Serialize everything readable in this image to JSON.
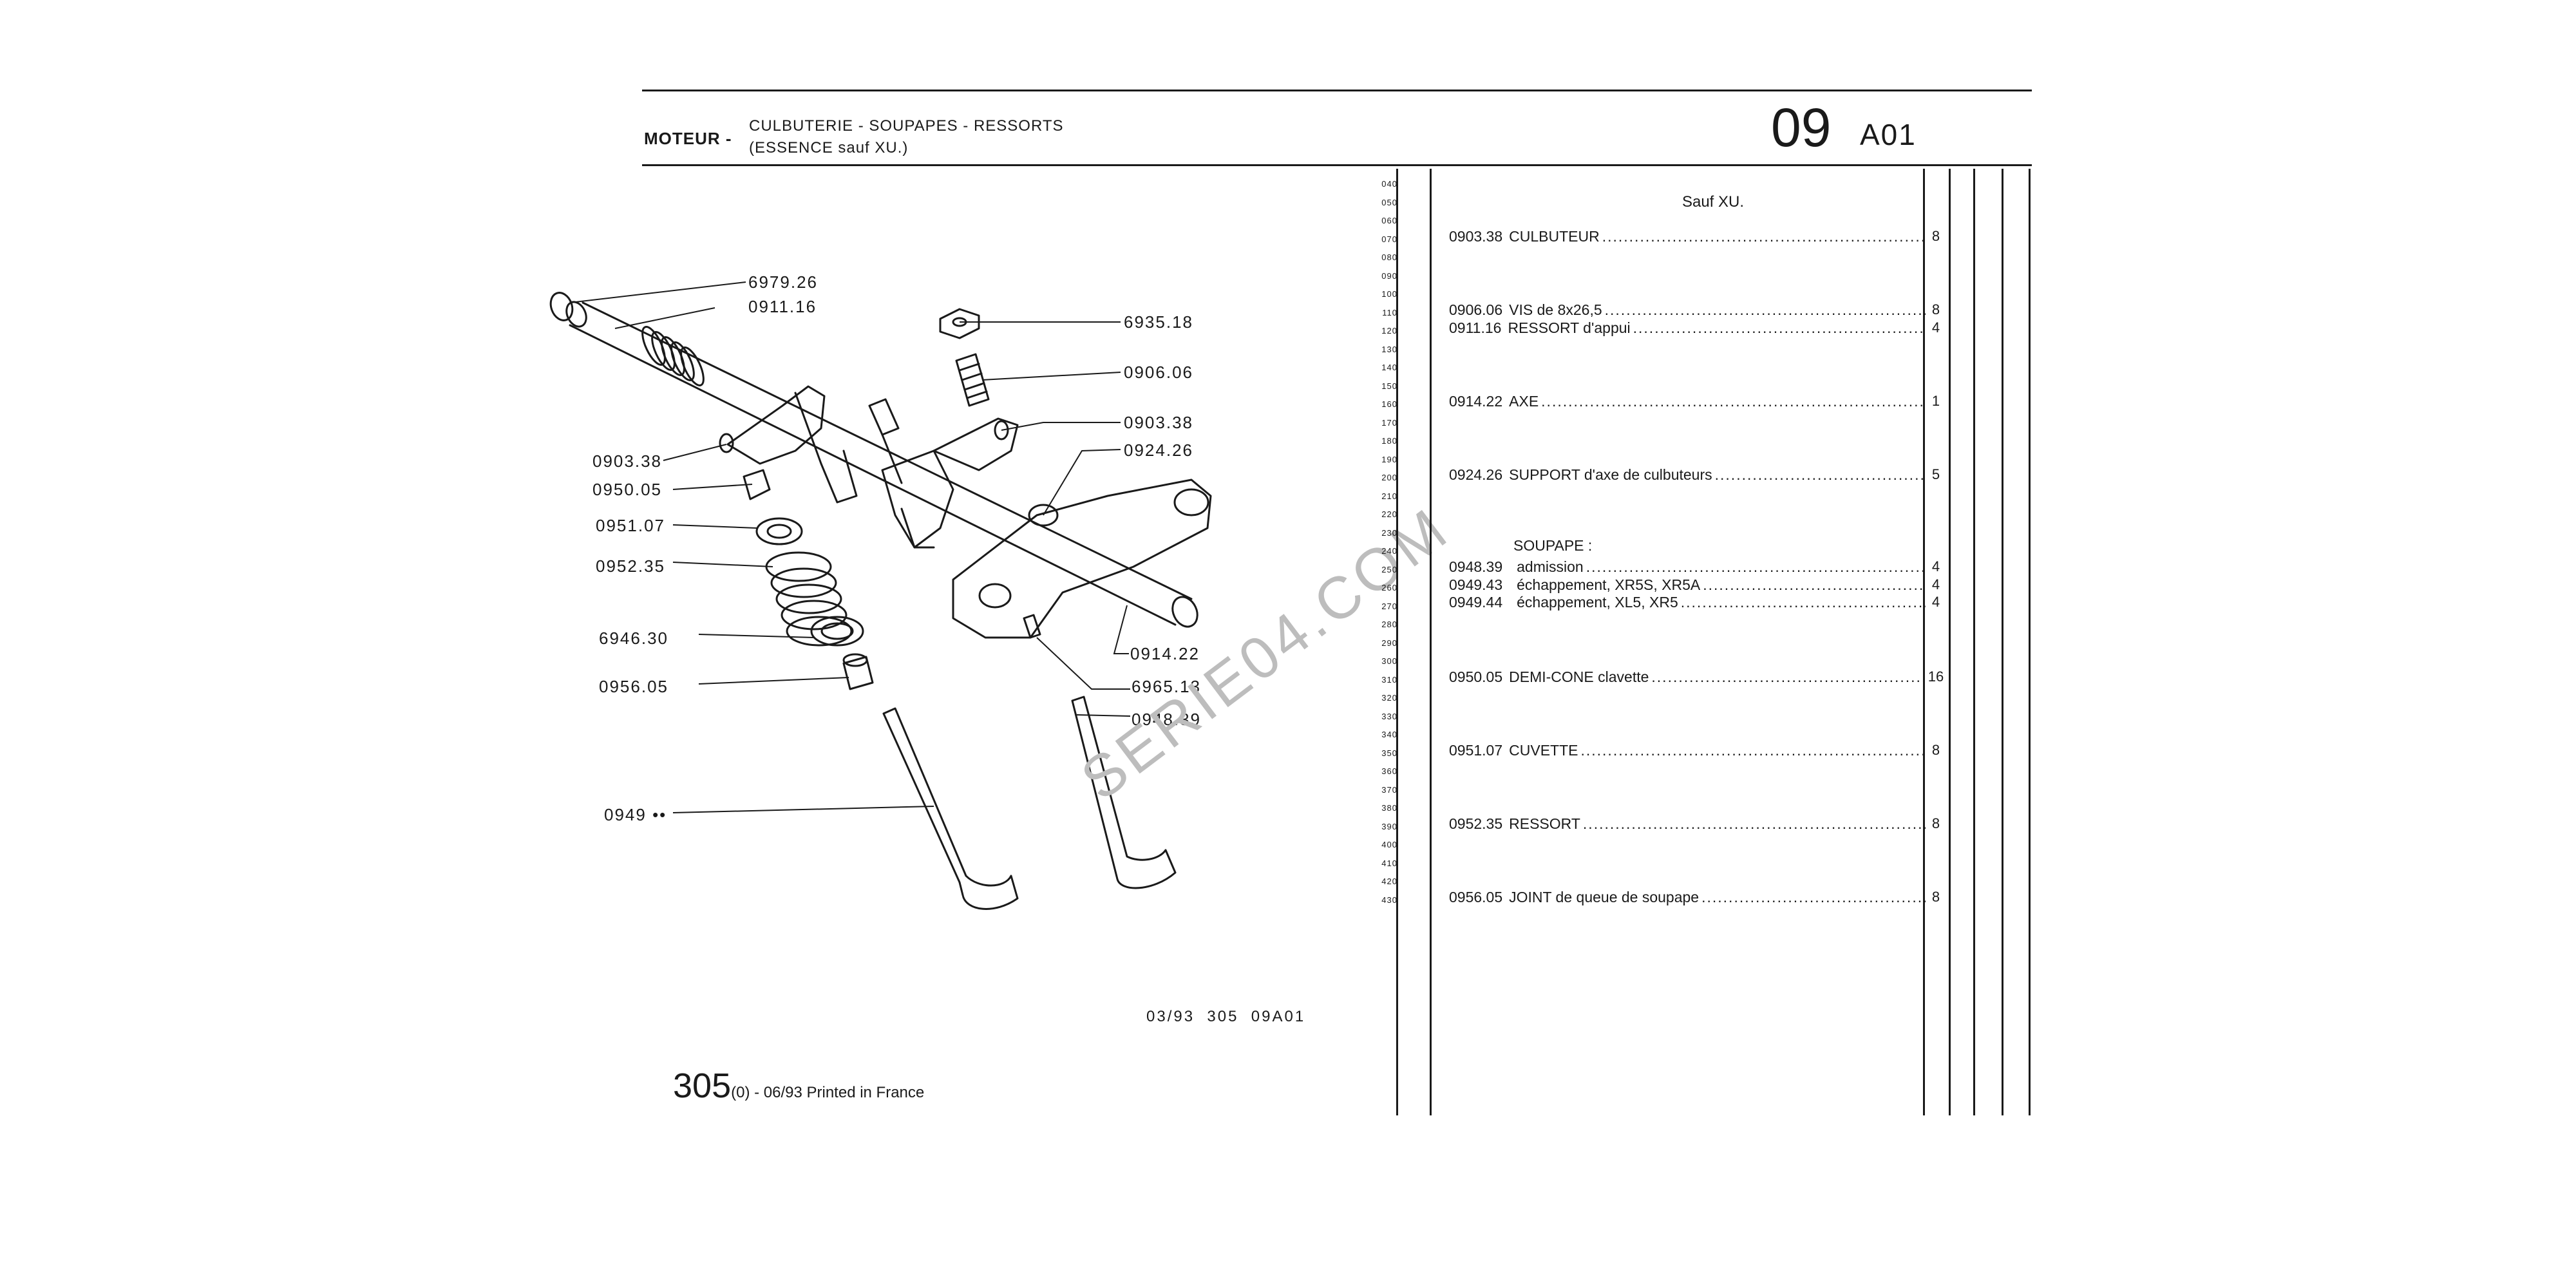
{
  "header": {
    "section": "MOTEUR -",
    "subtitle_line1": "CULBUTERIE - SOUPAPES - RESSORTS",
    "subtitle_line2": "(ESSENCE sauf XU.)",
    "group_number": "09",
    "page_code": "A01"
  },
  "diagram": {
    "watermark": "SERIE04.COM",
    "callouts": [
      "6979.26",
      "0911.16",
      "6935.18",
      "0906.06",
      "0903.38",
      "0924.26",
      "0903.38",
      "0950.05",
      "0951.07",
      "0952.35",
      "6946.30",
      "0956.05",
      "0914.22",
      "6965.13",
      "0948.39",
      "0949 ••"
    ],
    "ref_code": "03/93  305  09A01"
  },
  "line_numbers": [
    "040",
    "050",
    "060",
    "070",
    "080",
    "090",
    "100",
    "110",
    "120",
    "130",
    "140",
    "150",
    "160",
    "170",
    "180",
    "190",
    "200",
    "210",
    "220",
    "230",
    "240",
    "250",
    "260",
    "270",
    "280",
    "290",
    "300",
    "310",
    "320",
    "330",
    "340",
    "350",
    "360",
    "370",
    "380",
    "390",
    "400",
    "410",
    "420",
    "430"
  ],
  "parts_list": {
    "note": "Sauf XU.",
    "group_label": "SOUPAPE :",
    "rows": [
      {
        "ref": "0903.38",
        "desc": "CULBUTEUR",
        "qty": "8"
      },
      {
        "ref": "0906.06",
        "desc": "VIS de 8x26,5",
        "qty": "8"
      },
      {
        "ref": "0911.16",
        "desc": "RESSORT d'appui",
        "qty": "4"
      },
      {
        "ref": "0914.22",
        "desc": "AXE",
        "qty": "1"
      },
      {
        "ref": "0924.26",
        "desc": "SUPPORT d'axe de culbuteurs",
        "qty": "5"
      },
      {
        "ref": "0948.39",
        "desc": "admission",
        "qty": "4"
      },
      {
        "ref": "0949.43",
        "desc": "échappement, XR5S, XR5A",
        "qty": "4"
      },
      {
        "ref": "0949.44",
        "desc": "échappement, XL5, XR5",
        "qty": "4"
      },
      {
        "ref": "0950.05",
        "desc": "DEMI-CONE clavette",
        "qty": "16"
      },
      {
        "ref": "0951.07",
        "desc": "CUVETTE",
        "qty": "8"
      },
      {
        "ref": "0952.35",
        "desc": "RESSORT",
        "qty": "8"
      },
      {
        "ref": "0956.05",
        "desc": "JOINT de queue de soupape",
        "qty": "8"
      }
    ]
  },
  "footer": {
    "model_number": "305",
    "edition": "(0) - 06/93 Printed in France"
  }
}
